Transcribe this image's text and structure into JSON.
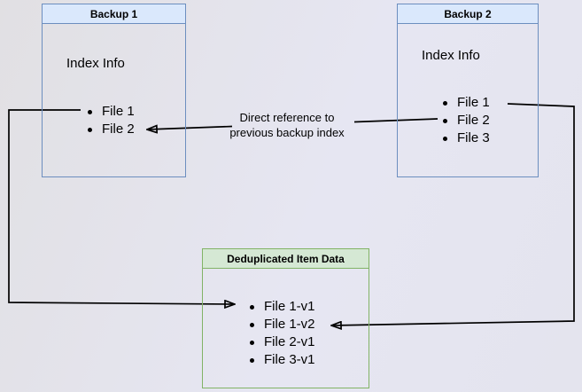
{
  "diagram": {
    "backup1": {
      "title": "Backup 1",
      "subtitle": "Index Info",
      "items": [
        "File 1",
        "File 2"
      ]
    },
    "backup2": {
      "title": "Backup 2",
      "subtitle": "Index Info",
      "items": [
        "File 1",
        "File 2",
        "File 3"
      ]
    },
    "dedup": {
      "title": "Deduplicated Item Data",
      "items": [
        "File 1-v1",
        "File 1-v2",
        "File 2-v1",
        "File 3-v1"
      ]
    },
    "annotation": {
      "line1": "Direct reference to",
      "line2": "previous backup index"
    }
  },
  "colors": {
    "blue_border": "#6c8ebf",
    "blue_fill": "#dae8fc",
    "green_border": "#82b366",
    "green_fill": "#d5e8d4",
    "arrow": "#000000"
  }
}
